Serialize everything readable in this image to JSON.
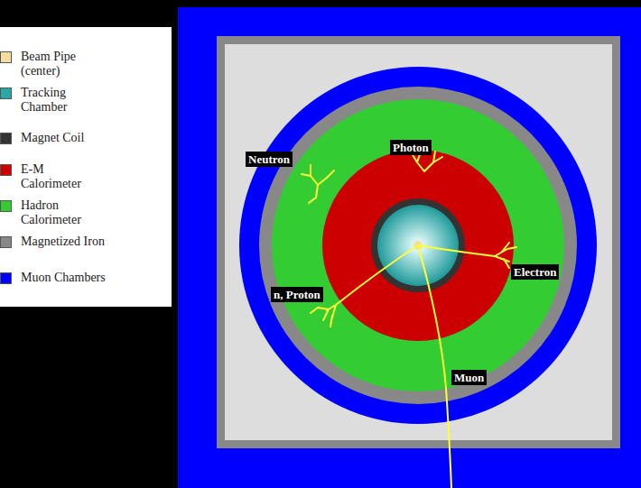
{
  "diagram": {
    "labels": [
      "Neutron",
      "Photon",
      "Electron",
      "n, Proton",
      "Muon"
    ],
    "legend": [
      {
        "text": "Beam Pipe (center)",
        "color": "#f5dca0"
      },
      {
        "text": "Tracking Chamber",
        "color": "#2aa8a8"
      },
      {
        "text": "Magnet Coil",
        "color": "#333333"
      },
      {
        "text": "E-M Calorimeter",
        "color": "#cc0000"
      },
      {
        "text": "Hadron Calorimeter",
        "color": "#33cc33"
      },
      {
        "text": "Magnetized Iron",
        "color": "#888888"
      },
      {
        "text": "Muon Chambers",
        "color": "#0000ff"
      }
    ]
  }
}
